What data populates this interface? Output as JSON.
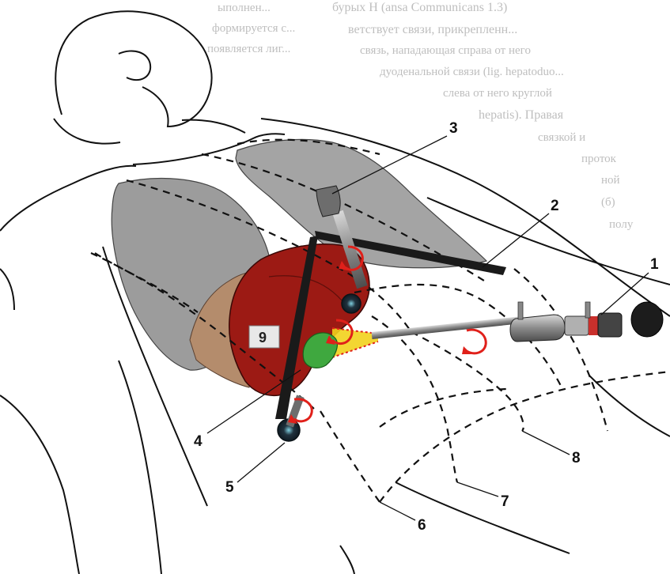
{
  "background_text": [
    "ыполнен...",
    "формируется с...",
    "появляется лиг...",
    "бурых Н (ansa Communicans 1.3)",
    "ветствует связи, прикрепленн...",
    "связь, нападающая справа от него",
    "дуоденальной связи (lig. hepatoduo...",
    "слева от него круглой",
    "hepatis). Правая",
    "связкой и",
    "проток",
    "ной",
    "(б)",
    "полу"
  ],
  "labels": {
    "l1": "1",
    "l2": "2",
    "l3": "3",
    "l4": "4",
    "l5": "5",
    "l6": "6",
    "l7": "7",
    "l8": "8",
    "l9": "9"
  },
  "colors": {
    "liver": "#9c1a14",
    "lung": "#9c9c9c",
    "diaphragm_tan": "#b48c6c",
    "gallbladder": "#3fa83f",
    "light_cone": "#f2d21c",
    "rotation_arrow": "#e0201a",
    "trocar_port": "#1f2f3a"
  },
  "icons": [
    "rotation-arrow-icon",
    "trocar-port-icon"
  ]
}
